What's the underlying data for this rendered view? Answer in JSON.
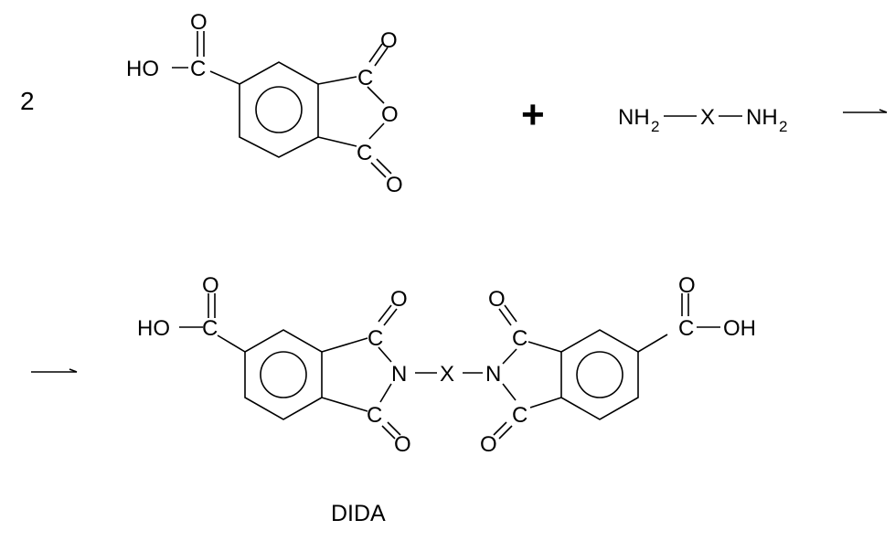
{
  "reaction": {
    "coefficient": "2",
    "plus": "+",
    "atoms": {
      "ho": "HO",
      "oh": "OH",
      "o": "O",
      "c": "C",
      "n": "N",
      "x": "X",
      "nh": "NH",
      "sub2": "2"
    },
    "product_label": "DIDA"
  }
}
